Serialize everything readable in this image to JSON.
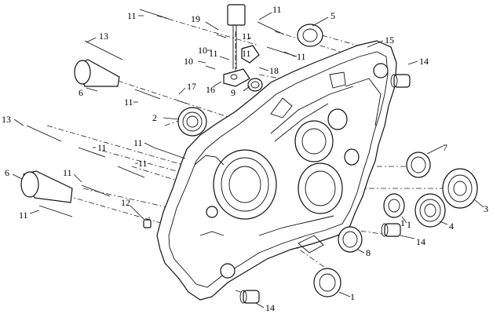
{
  "diagram": {
    "callouts": [
      "1",
      "1",
      "1",
      "2",
      "3",
      "4",
      "5",
      "6",
      "6",
      "7",
      "8",
      "9",
      "10",
      "10",
      "11",
      "11",
      "11",
      "11",
      "11",
      "11",
      "11",
      "11",
      "11",
      "11",
      "11",
      "11",
      "12",
      "13",
      "13",
      "14",
      "14",
      "14",
      "15",
      "16",
      "17",
      "18",
      "19"
    ]
  }
}
